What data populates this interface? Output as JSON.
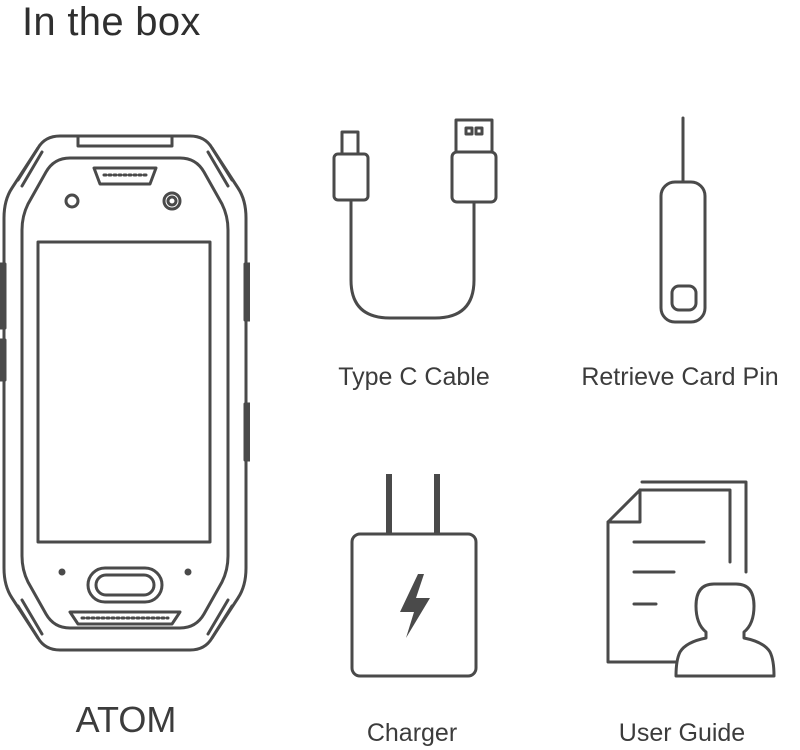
{
  "heading": "In the box",
  "items": {
    "phone": {
      "label": "ATOM",
      "icon": "phone-icon"
    },
    "cable": {
      "label": "Type C Cable",
      "icon": "usb-cable-icon"
    },
    "pin": {
      "label": "Retrieve Card Pin",
      "icon": "sim-pin-icon"
    },
    "charger": {
      "label": "Charger",
      "icon": "charger-icon"
    },
    "guide": {
      "label": "User Guide",
      "icon": "user-guide-icon"
    }
  },
  "colors": {
    "line": "#4a4a4a",
    "text": "#3c3c3c",
    "background": "#ffffff"
  }
}
